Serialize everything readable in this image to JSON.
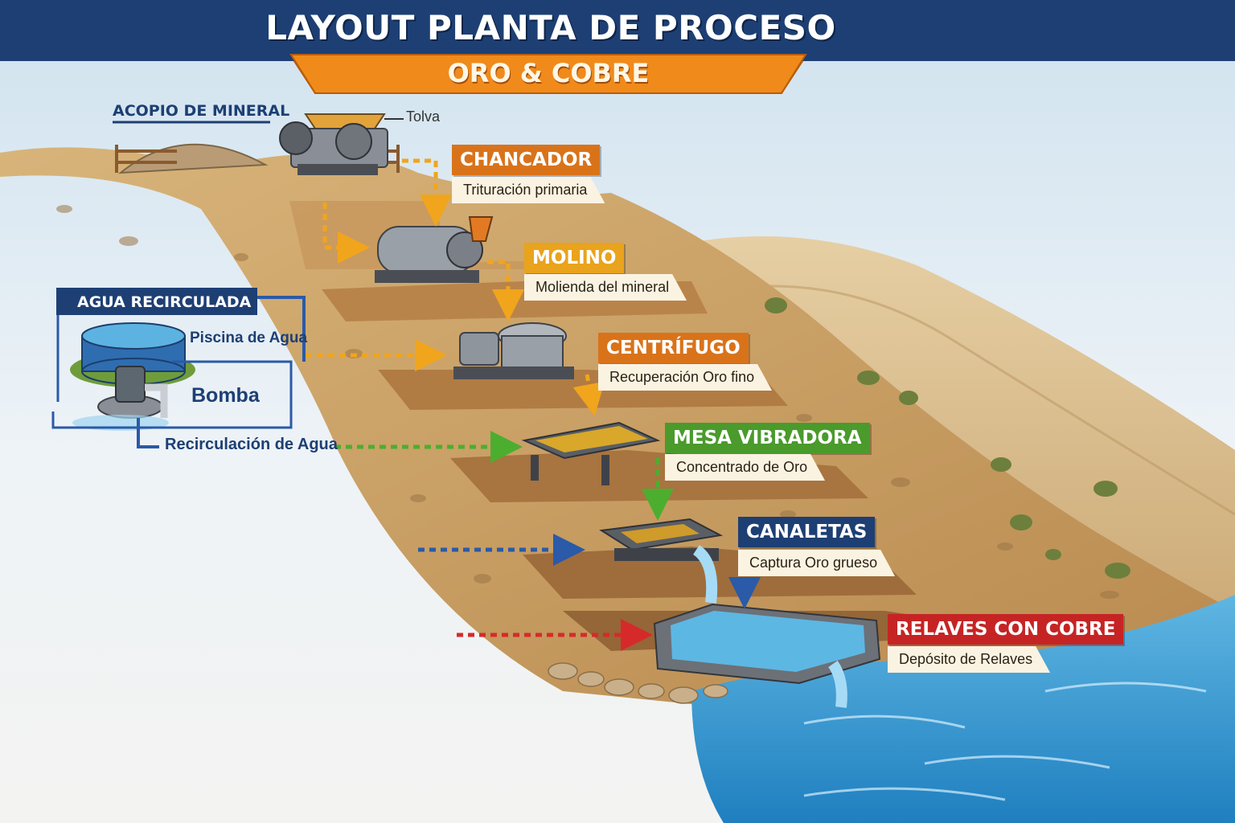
{
  "header": {
    "title": "LAYOUT PLANTA DE PROCESO",
    "subtitle": "ORO & COBRE"
  },
  "labels": {
    "acopio": "ACOPIO DE MINERAL",
    "tolva": "Tolva",
    "agua_recirculada": "AGUA RECIRCULADA",
    "piscina": "Piscina de Agua",
    "bomba": "Bomba",
    "recirculacion": "Recirculación de Agua"
  },
  "stages": [
    {
      "title": "CHANCADOR",
      "desc": "Trituración primaria",
      "color": "#d9731a"
    },
    {
      "title": "MOLINO",
      "desc": "Molienda del mineral",
      "color": "#e9a31c"
    },
    {
      "title": "CENTRÍFUGO",
      "desc": "Recuperación Oro fino",
      "color": "#d9731a"
    },
    {
      "title": "MESA VIBRADORA",
      "desc": "Concentrado de Oro",
      "color": "#4a9a2c"
    },
    {
      "title": "CANALETAS",
      "desc": "Captura Oro grueso",
      "color": "#1d3f74"
    },
    {
      "title": "RELAVES CON COBRE",
      "desc": "Depósito de Relaves",
      "color": "#c62424"
    }
  ],
  "colors": {
    "header_blue": "#1d3f74",
    "ribbon_orange": "#f08a1a",
    "flow_orange": "#f1a51c",
    "flow_green": "#4cae2f",
    "flow_blue": "#2a5aa8",
    "flow_red": "#d62a2a",
    "water": "#3e9fd4"
  },
  "icons": [
    "ore-pile-icon",
    "jaw-crusher-icon",
    "ball-mill-icon",
    "centrifuge-icon",
    "shaking-table-icon",
    "sluice-icon",
    "tailings-pond-icon",
    "water-tank-icon",
    "pump-icon"
  ]
}
